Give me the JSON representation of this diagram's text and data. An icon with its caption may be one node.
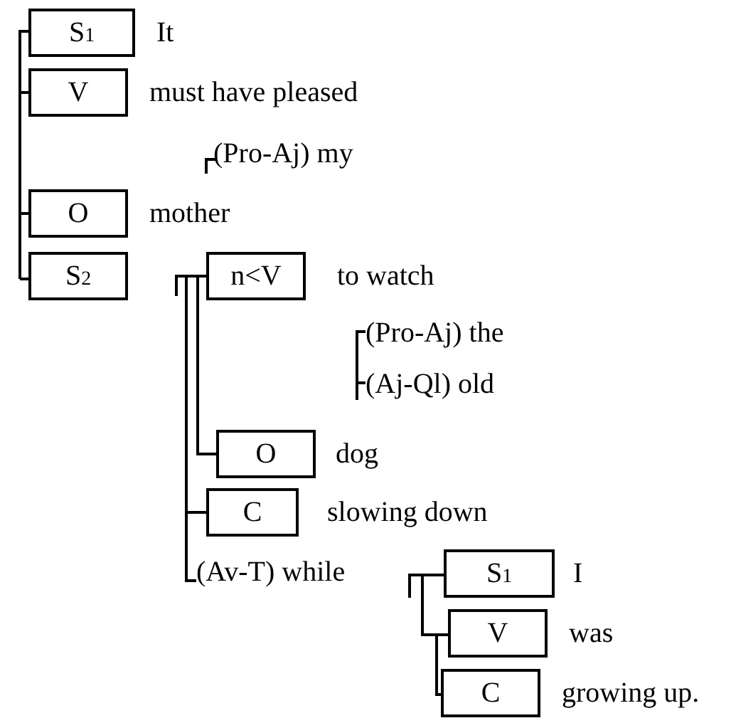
{
  "diagram": {
    "nodes": [
      {
        "text": [
          "S$_{1}$"
        ],
        "beside": [
          "It"
        ]
      },
      {
        "text": [
          "V"
        ],
        "beside": [
          "must have pleased"
        ]
      },
      {
        "text": [
          "O"
        ],
        "beside": [
          "mother"
        ]
      },
      {
        "text": [
          "S$_{2}$"
        ]
      },
      {
        "text": [
          "n<V"
        ],
        "beside": [
          "to watch"
        ]
      },
      {
        "text": [
          "O"
        ],
        "beside": [
          "dog"
        ]
      },
      {
        "text": [
          "C"
        ],
        "beside": [
          "slowing down"
        ]
      },
      {
        "text": [
          "S$_{1}$"
        ],
        "beside": [
          "I"
        ]
      },
      {
        "text": [
          "V"
        ],
        "beside": [
          "was"
        ]
      },
      {
        "text": [
          "C"
        ],
        "beside": [
          "growing up."
        ]
      }
    ],
    "labels": [
      "(Pro-Aj) my",
      "(Pro-Aj) the",
      "(Aj-Ql) old",
      "(Av-T) while"
    ]
  }
}
